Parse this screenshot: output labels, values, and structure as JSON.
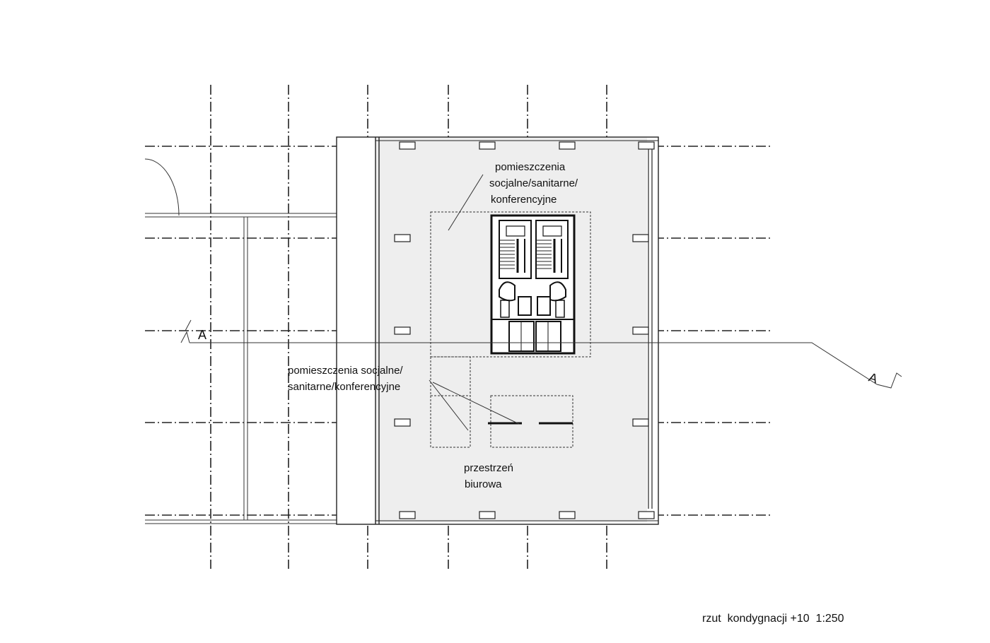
{
  "labels": {
    "upper_room": [
      "pomieszczenia",
      "socjalne/sanitarne/",
      "konferencyjne"
    ],
    "lower_room": [
      "pomieszczenia socjalne/",
      "sanitarne/konferencyjne"
    ],
    "office": [
      "przestrzeń",
      "biurowa"
    ],
    "section_marker": "A"
  },
  "caption": "rzut  kondygnacji +10  1:250"
}
